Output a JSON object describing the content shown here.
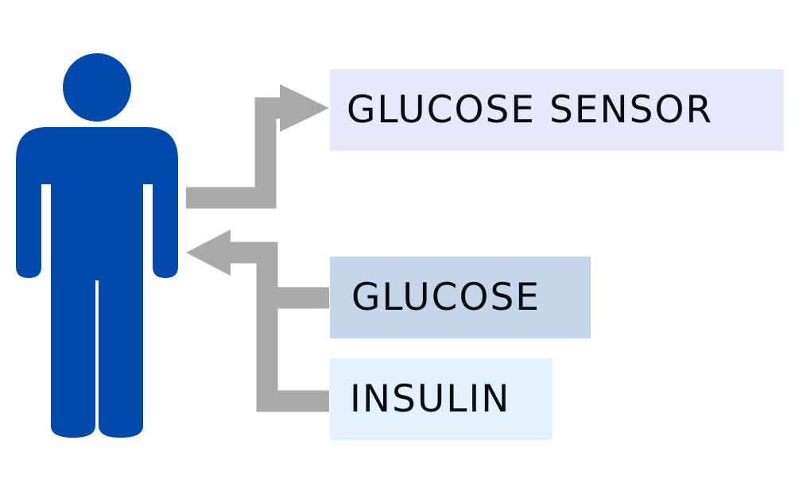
{
  "boxes": {
    "sensor": {
      "label": "GLUCOSE SENSOR",
      "color": "#e6e9fa"
    },
    "glucose": {
      "label": "GLUCOSE",
      "color": "#c5d6ea"
    },
    "insulin": {
      "label": "INSULIN",
      "color": "#e3f1fc"
    }
  },
  "colors": {
    "person": "#004aad",
    "arrow": "#aaaaaa"
  },
  "icons": {
    "person": "person-icon"
  }
}
